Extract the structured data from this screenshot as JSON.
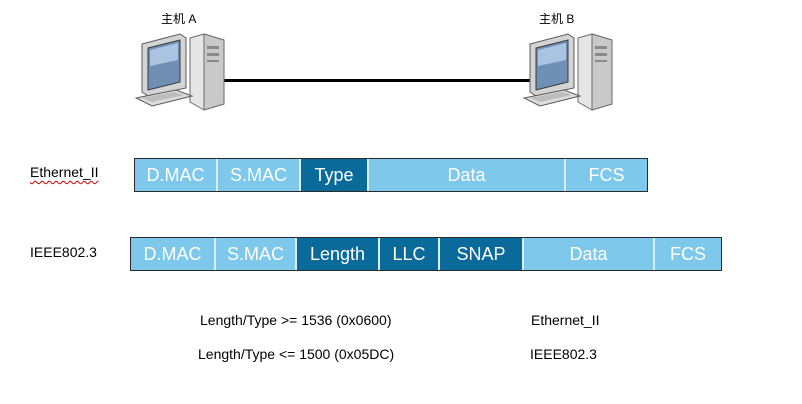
{
  "hosts": {
    "a": {
      "label": "主机 A"
    },
    "b": {
      "label": "主机 B"
    }
  },
  "frames": {
    "ethernet_ii": {
      "name": "Ethernet_II",
      "fields": [
        {
          "label": "D.MAC",
          "style": "light"
        },
        {
          "label": "S.MAC",
          "style": "light"
        },
        {
          "label": "Type",
          "style": "dark"
        },
        {
          "label": "Data",
          "style": "light"
        },
        {
          "label": "FCS",
          "style": "light"
        }
      ]
    },
    "ieee802_3": {
      "name": "IEEE802.3",
      "fields": [
        {
          "label": "D.MAC",
          "style": "light"
        },
        {
          "label": "S.MAC",
          "style": "light"
        },
        {
          "label": "Length",
          "style": "dark"
        },
        {
          "label": "LLC",
          "style": "dark"
        },
        {
          "label": "SNAP",
          "style": "dark"
        },
        {
          "label": "Data",
          "style": "light"
        },
        {
          "label": "FCS",
          "style": "light"
        }
      ]
    }
  },
  "rules": [
    {
      "condition": "Length/Type >= 1536 (0x0600)",
      "result": "Ethernet_II"
    },
    {
      "condition": "Length/Type <= 1500 (0x05DC)",
      "result": "IEEE802.3"
    }
  ],
  "colors": {
    "light_field": "#7ec8ec",
    "dark_field": "#0a6a9a",
    "field_text": "#ffffff"
  }
}
